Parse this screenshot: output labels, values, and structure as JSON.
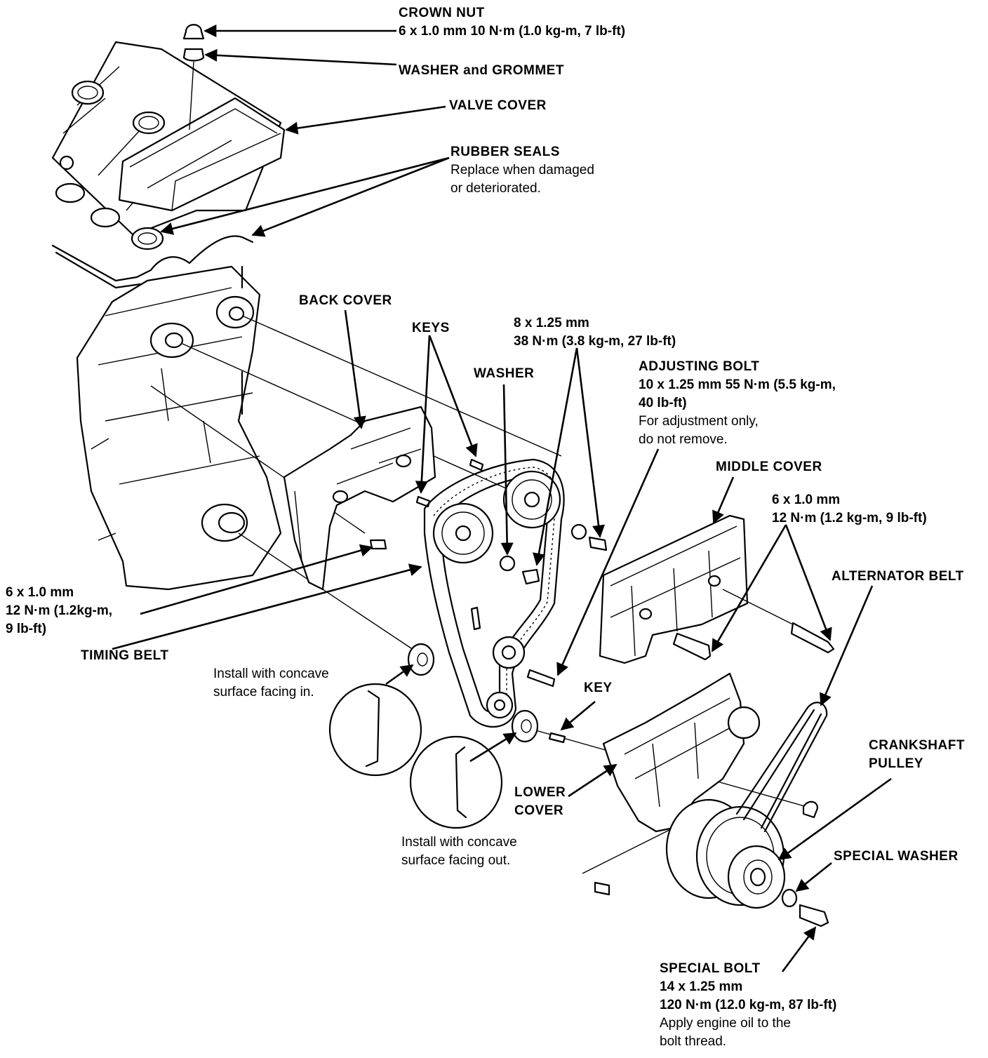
{
  "labels": {
    "crown_nut": {
      "title": "CROWN NUT",
      "spec": "6 x 1.0 mm 10 N·m (1.0 kg-m, 7 lb-ft)"
    },
    "washer_grommet": {
      "title": "WASHER and GROMMET"
    },
    "valve_cover": {
      "title": "VALVE COVER"
    },
    "rubber_seals": {
      "title": "RUBBER SEALS",
      "line1": "Replace when damaged",
      "line2": "or deteriorated."
    },
    "back_cover": {
      "title": "BACK COVER"
    },
    "keys": {
      "title": "KEYS"
    },
    "cam_bolt": {
      "line1": "8 x 1.25 mm",
      "line2": "38 N·m (3.8 kg-m, 27 lb-ft)"
    },
    "washer": {
      "title": "WASHER"
    },
    "adjusting_bolt": {
      "title": "ADJUSTING BOLT",
      "line1": "10 x 1.25 mm 55 N·m (5.5 kg-m,",
      "line2": "40 lb-ft)",
      "line3": "For adjustment only,",
      "line4": "do not remove."
    },
    "middle_cover": {
      "title": "MIDDLE COVER"
    },
    "middle_bolt": {
      "line1": "6 x 1.0 mm",
      "line2": "12 N·m (1.2 kg-m, 9 lb-ft)"
    },
    "alternator_belt": {
      "title": "ALTERNATOR BELT"
    },
    "back_bolt": {
      "line1": "6 x 1.0 mm",
      "line2": "12 N·m (1.2kg-m,",
      "line3": "9 lb-ft)"
    },
    "timing_belt": {
      "title": "TIMING BELT"
    },
    "install_in": {
      "line1": "Install with concave",
      "line2": "surface facing in."
    },
    "key": {
      "title": "KEY"
    },
    "crankshaft_pulley": {
      "line1": "CRANKSHAFT",
      "line2": "PULLEY"
    },
    "lower_cover": {
      "line1": "LOWER",
      "line2": "COVER"
    },
    "install_out": {
      "line1": "Install with concave",
      "line2": "surface facing out."
    },
    "special_washer": {
      "title": "SPECIAL WASHER"
    },
    "special_bolt": {
      "title": "SPECIAL BOLT",
      "line1": "14 x 1.25 mm",
      "line2": "120 N·m (12.0 kg-m, 87 lb-ft)",
      "line3": "Apply engine oil to the",
      "line4": "bolt thread."
    }
  }
}
